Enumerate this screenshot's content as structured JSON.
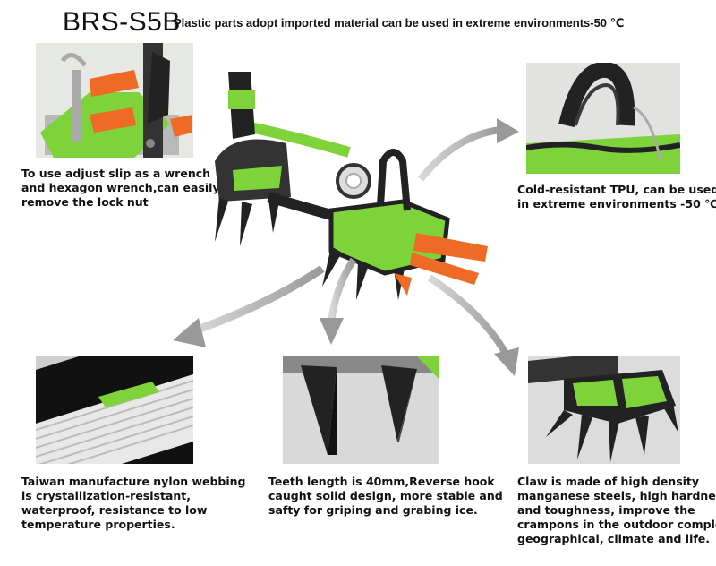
{
  "header": {
    "model": "BRS-S5B",
    "tagline": "Plastic parts adopt imported material can be used in extreme environments-50 ℃"
  },
  "captions": {
    "wrench": [
      "To use adjust slip as a wrench",
      "and hexagon wrench,can easily",
      "remove the lock nut"
    ],
    "tpu": [
      "Cold-resistant TPU, can be used",
      "in extreme environments -50 ℃"
    ],
    "webbing": [
      "Taiwan manufacture nylon webbing",
      "is crystallization-resistant,",
      "waterproof, resistance to low",
      "temperature properties."
    ],
    "teeth": [
      "Teeth length is 40mm,Reverse hook",
      "caught solid design, more stable and",
      "safty for griping and grabing ice."
    ],
    "claw": [
      "Claw is made of high density",
      "manganese steels, high hardness",
      "and toughness, improve the",
      "crampons in the outdoor complex",
      "geographical, climate and life."
    ]
  },
  "colors": {
    "green": "#7ed23a",
    "orange": "#ef6a24",
    "black": "#222222",
    "steel": "#9a9a9a"
  }
}
